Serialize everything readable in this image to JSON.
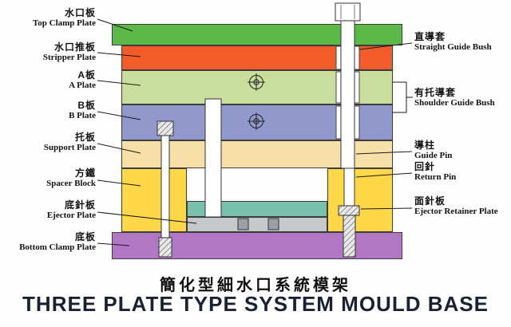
{
  "title": {
    "chinese": "簡化型細水口系統模架",
    "english": "THREE PLATE TYPE SYSTEM MOULD BASE"
  },
  "left_labels": [
    {
      "zh": "水口板",
      "en": "Top Clamp Plate"
    },
    {
      "zh": "水口推板",
      "en": "Stripper Plate"
    },
    {
      "zh": "A板",
      "en": "A Plate"
    },
    {
      "zh": "B板",
      "en": "B Plate"
    },
    {
      "zh": "托板",
      "en": "Support Plate"
    },
    {
      "zh": "方鐵",
      "en": "Spacer Block"
    },
    {
      "zh": "底針板",
      "en": "Ejector Plate"
    },
    {
      "zh": "底板",
      "en": "Bottom Clamp Plate"
    }
  ],
  "right_labels": [
    {
      "zh": "直導套",
      "en": "Straight Guide Bush"
    },
    {
      "zh": "有托導套",
      "en": "Shoulder Guide Bush"
    },
    {
      "zh": "導柱",
      "en": "Guide Pin"
    },
    {
      "zh": "回針",
      "en": "Return Pin"
    },
    {
      "zh": "面針板",
      "en": "Ejector Retainer Plate"
    }
  ],
  "colors": {
    "top_clamp_plate": "#5cb947",
    "stripper_plate": "#f25c2a",
    "a_plate": "#c9de9d",
    "b_plate": "#9199cc",
    "support_plate": "#f6e0a8",
    "spacer_block": "#ffd84a",
    "ejector_retainer_plate": "#79c0ad",
    "ejector_plate": "#c7c8ca",
    "bottom_clamp_plate": "#b277c4"
  }
}
